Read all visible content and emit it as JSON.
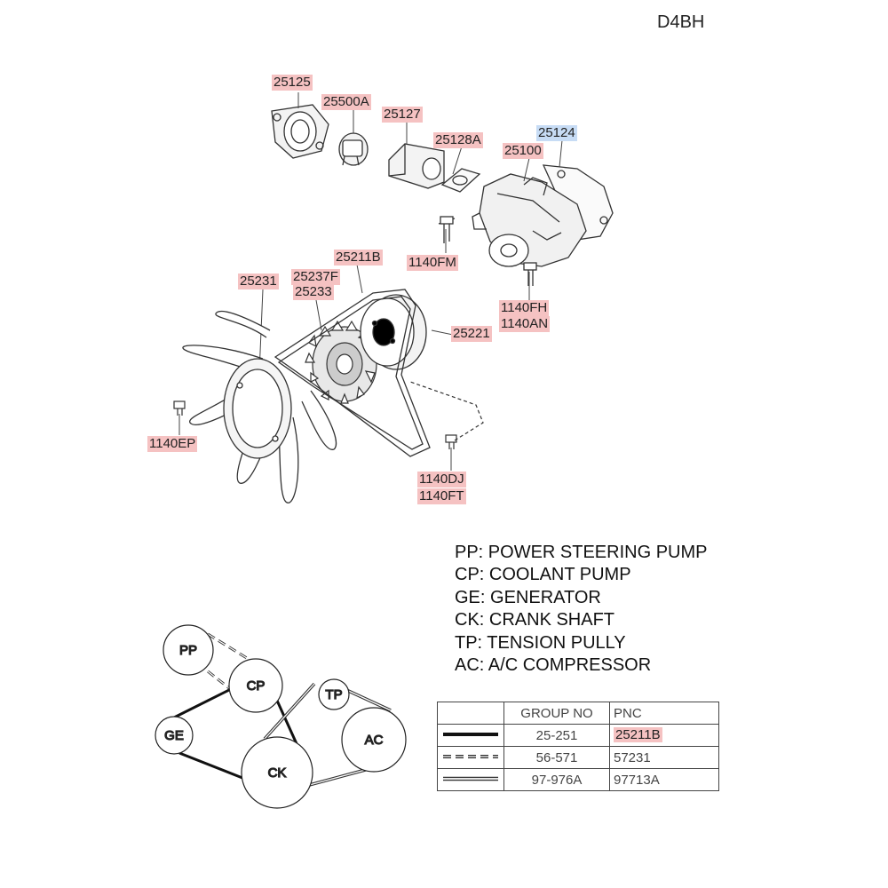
{
  "model": "D4BH",
  "part_labels": {
    "p25125": "25125",
    "p25500A": "25500A",
    "p25127": "25127",
    "p25128A": "25128A",
    "p25124": "25124",
    "p25100": "25100",
    "p1140FM": "1140FM",
    "p25231": "25231",
    "p25237F": "25237F",
    "p25233": "25233",
    "p25211B": "25211B",
    "p1140FH": "1140FH",
    "p1140AN": "1140AN",
    "p25221": "25221",
    "p1140EP": "1140EP",
    "p1140DJ": "1140DJ",
    "p1140FT": "1140FT"
  },
  "highlight_colors": {
    "red": "#f5c2c2",
    "blue": "#c7dcf5"
  },
  "pulleys": {
    "pp": "PP",
    "cp": "CP",
    "ge": "GE",
    "ck": "CK",
    "tp": "TP",
    "ac": "AC"
  },
  "legend": [
    "PP: POWER STEERING PUMP",
    "CP: COOLANT PUMP",
    "GE: GENERATOR",
    "CK: CRANK SHAFT",
    "TP: TENSION PULLY",
    "AC: A/C COMPRESSOR"
  ],
  "table": {
    "headers": [
      "",
      "GROUP NO",
      "PNC"
    ],
    "rows": [
      {
        "line_style": "solid",
        "group_no": "25-251",
        "pnc": "25211B"
      },
      {
        "line_style": "dashed",
        "group_no": "56-571",
        "pnc": "57231"
      },
      {
        "line_style": "double",
        "group_no": "97-976A",
        "pnc": "97713A"
      }
    ]
  }
}
